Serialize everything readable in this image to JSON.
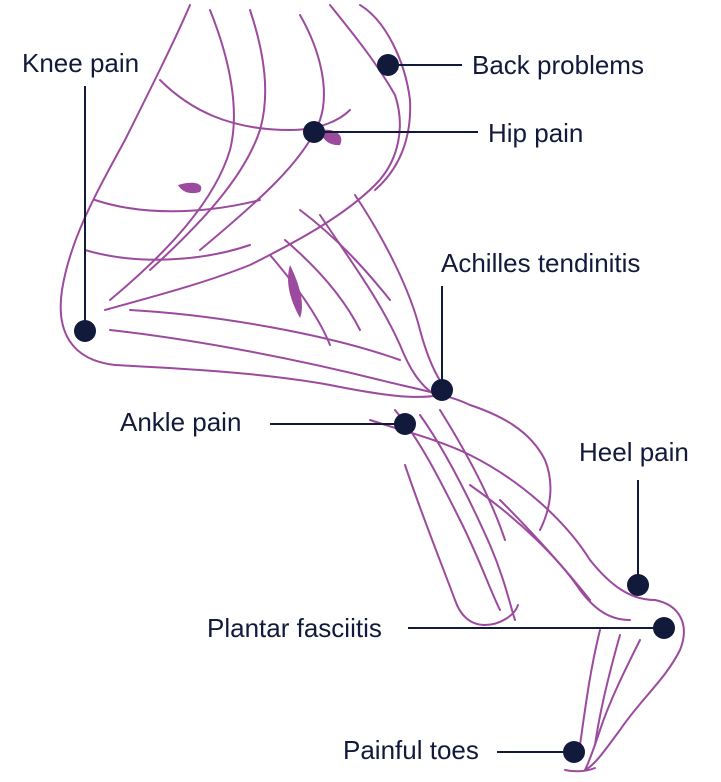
{
  "diagram": {
    "colors": {
      "muscle": "#9c4a9e",
      "marker": "#121a3b",
      "text": "#121a3b"
    },
    "callouts": [
      {
        "id": "knee",
        "label": "Knee pain"
      },
      {
        "id": "back",
        "label": "Back problems"
      },
      {
        "id": "hip",
        "label": "Hip pain"
      },
      {
        "id": "achilles",
        "label": "Achilles tendinitis"
      },
      {
        "id": "ankle",
        "label": "Ankle pain"
      },
      {
        "id": "heel",
        "label": "Heel pain"
      },
      {
        "id": "plantar",
        "label": "Plantar fasciitis"
      },
      {
        "id": "toes",
        "label": "Painful toes"
      }
    ]
  }
}
